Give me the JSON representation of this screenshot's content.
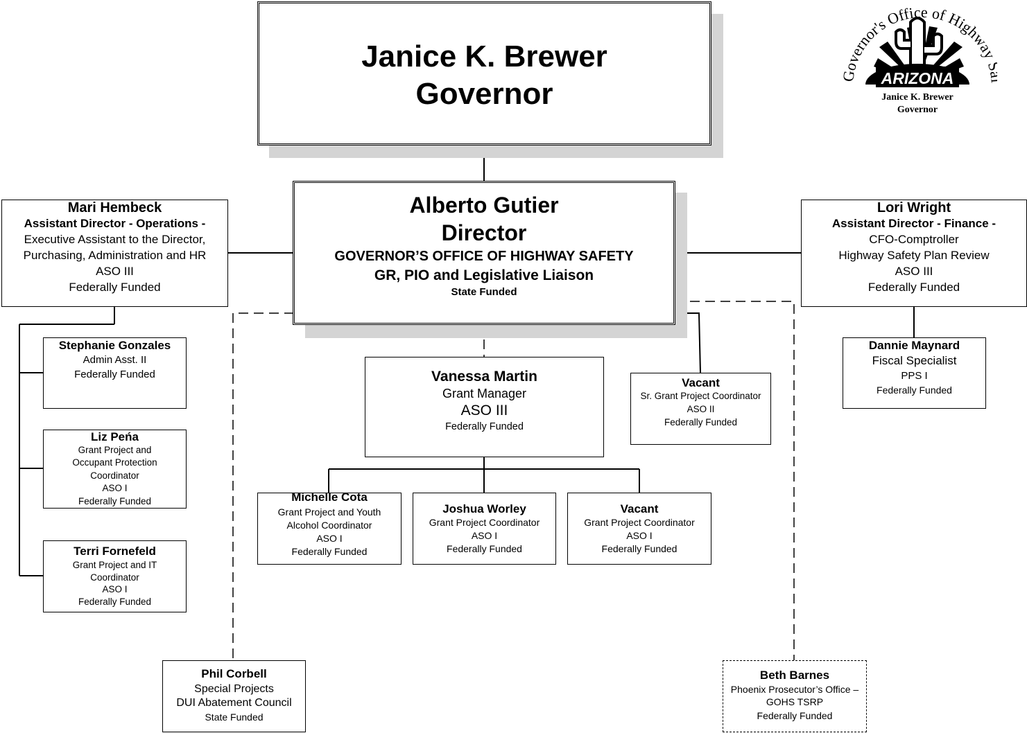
{
  "governor": {
    "name": "Janice K. Brewer",
    "title": "Governor"
  },
  "director": {
    "name": "Alberto Gutier",
    "title": "Director",
    "office": "GOVERNOR’S OFFICE OF HIGHWAY SAFETY",
    "role": "GR, PIO and Legislative Liaison",
    "funding": "State Funded"
  },
  "hembeck": {
    "name": "Mari Hembeck",
    "title": "Assistant Director - Operations -",
    "line1": "Executive Assistant to the Director,",
    "line2": "Purchasing, Administration and HR",
    "grade": "ASO III",
    "funding": "Federally Funded"
  },
  "wright": {
    "name": "Lori Wright",
    "title": "Assistant Director - Finance -",
    "line1": "CFO-Comptroller",
    "line2": "Highway Safety Plan Review",
    "grade": "ASO III",
    "funding": "Federally Funded"
  },
  "gonzales": {
    "name": "Stephanie Gonzales",
    "role": "Admin Asst. II",
    "funding": "Federally Funded"
  },
  "pena": {
    "name": "Liz Peńa",
    "line1": "Grant Project and",
    "line2": "Occupant Protection",
    "line3": "Coordinator",
    "grade": "ASO I",
    "funding": "Federally Funded"
  },
  "fornefeld": {
    "name": "Terri Fornefeld",
    "line1": "Grant Project and IT",
    "line2": "Coordinator",
    "grade": "ASO I",
    "funding": "Federally Funded"
  },
  "martin": {
    "name": "Vanessa Martin",
    "role": "Grant Manager",
    "grade": "ASO III",
    "funding": "Federally Funded"
  },
  "vacant_sr": {
    "name": "Vacant",
    "role": "Sr. Grant Project Coordinator",
    "grade": "ASO II",
    "funding": "Federally Funded"
  },
  "maynard": {
    "name": "Dannie Maynard",
    "role": "Fiscal Specialist",
    "grade": "PPS I",
    "funding": "Federally Funded"
  },
  "cota": {
    "name": "Michelle Cota",
    "line1": "Grant Project and Youth",
    "line2": "Alcohol Coordinator",
    "grade": "ASO I",
    "funding": "Federally Funded"
  },
  "worley": {
    "name": "Joshua Worley",
    "role": "Grant Project Coordinator",
    "grade": "ASO I",
    "funding": "Federally Funded"
  },
  "vacant_gpc": {
    "name": "Vacant",
    "role": "Grant Project Coordinator",
    "grade": "ASO I",
    "funding": "Federally Funded"
  },
  "corbell": {
    "name": "Phil Corbell",
    "line1": "Special Projects",
    "line2": "DUI Abatement Council",
    "funding": "State Funded"
  },
  "barnes": {
    "name": "Beth Barnes",
    "line1": "Phoenix Prosecutor’s Office –",
    "line2": "GOHS TSRP",
    "funding": "Federally Funded"
  },
  "logo": {
    "ring": "Governor's Office of Highway Safety",
    "state": "ARIZONA",
    "name": "Janice K. Brewer",
    "title": "Governor"
  }
}
